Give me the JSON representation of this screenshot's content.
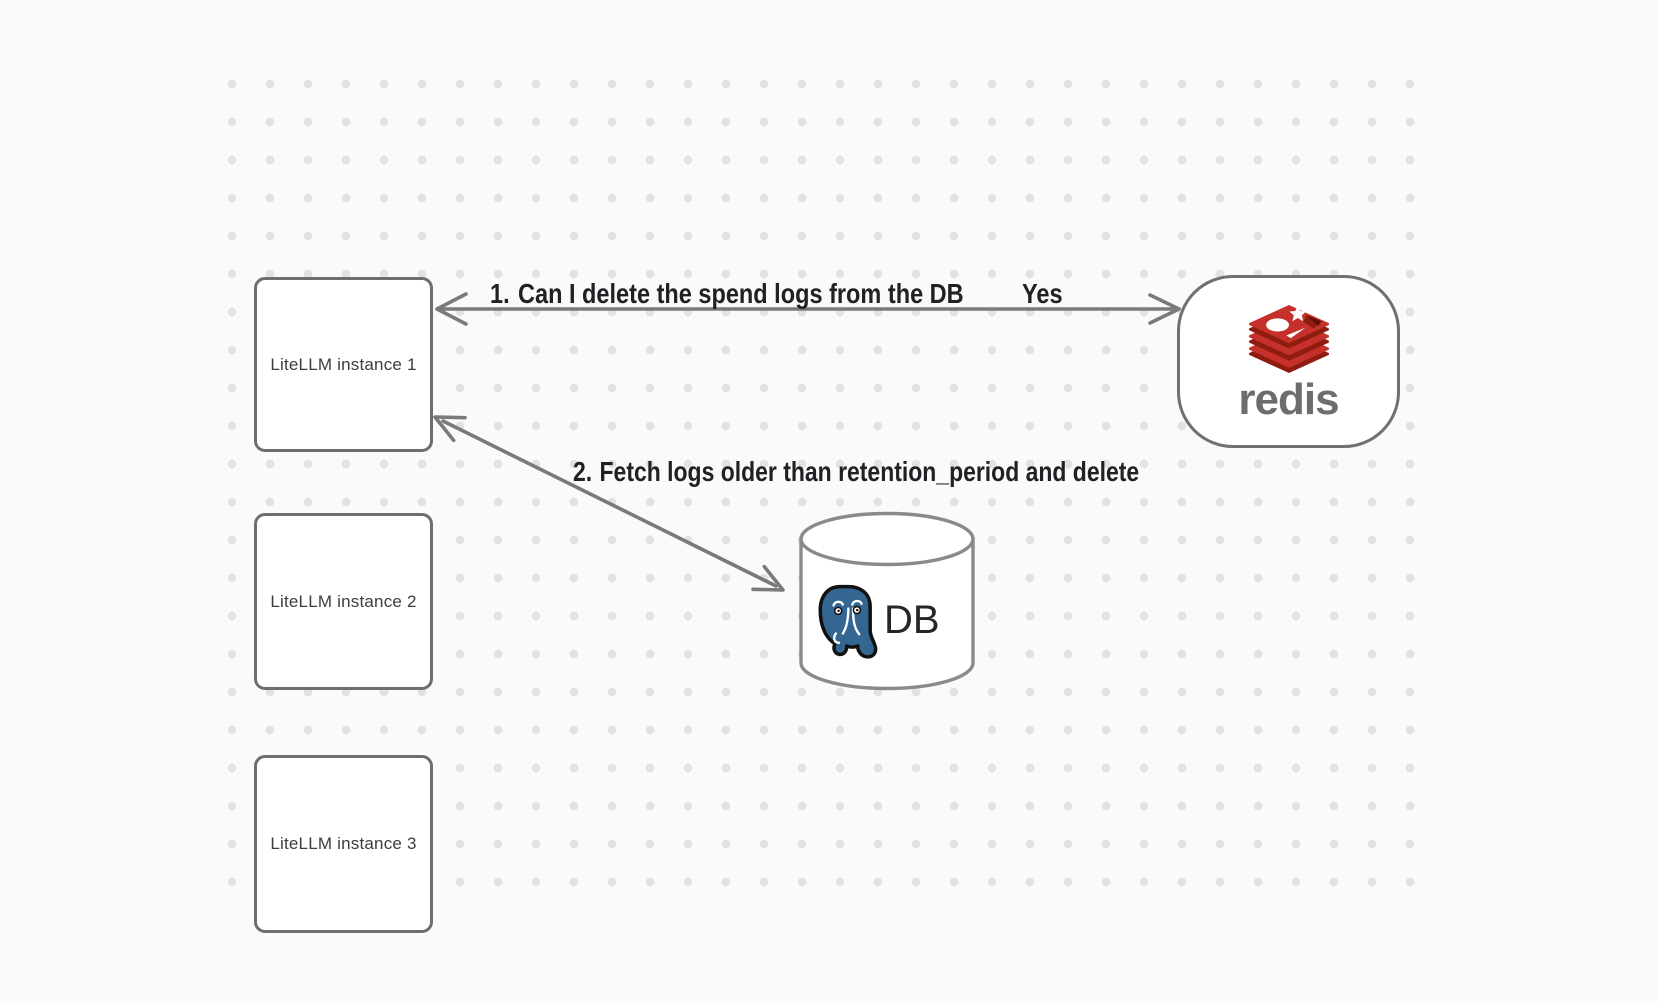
{
  "diagram": {
    "background_color": "#fafafa",
    "dot_color": "#e2e2e2",
    "stroke_color": "#7a7a7a",
    "nodes": {
      "instances": [
        {
          "label": "LiteLLM instance 1"
        },
        {
          "label": "LiteLLM instance 2"
        },
        {
          "label": "LiteLLM instance 3"
        }
      ],
      "redis": {
        "wordmark": "redis",
        "logo_icon": "redis-stack-icon",
        "logo_red": "#c6302b",
        "logo_dark_red": "#8e1d10",
        "wordmark_color": "#6d6d6d"
      },
      "database": {
        "label": "DB",
        "logo_icon": "postgresql-elephant-icon",
        "logo_blue": "#336791"
      }
    },
    "arrows": [
      {
        "number": "1.",
        "label": "Can I delete the spend logs from the DB",
        "response": "Yes"
      },
      {
        "number": "2.",
        "label": "Fetch logs older than retention_period and delete"
      }
    ]
  }
}
